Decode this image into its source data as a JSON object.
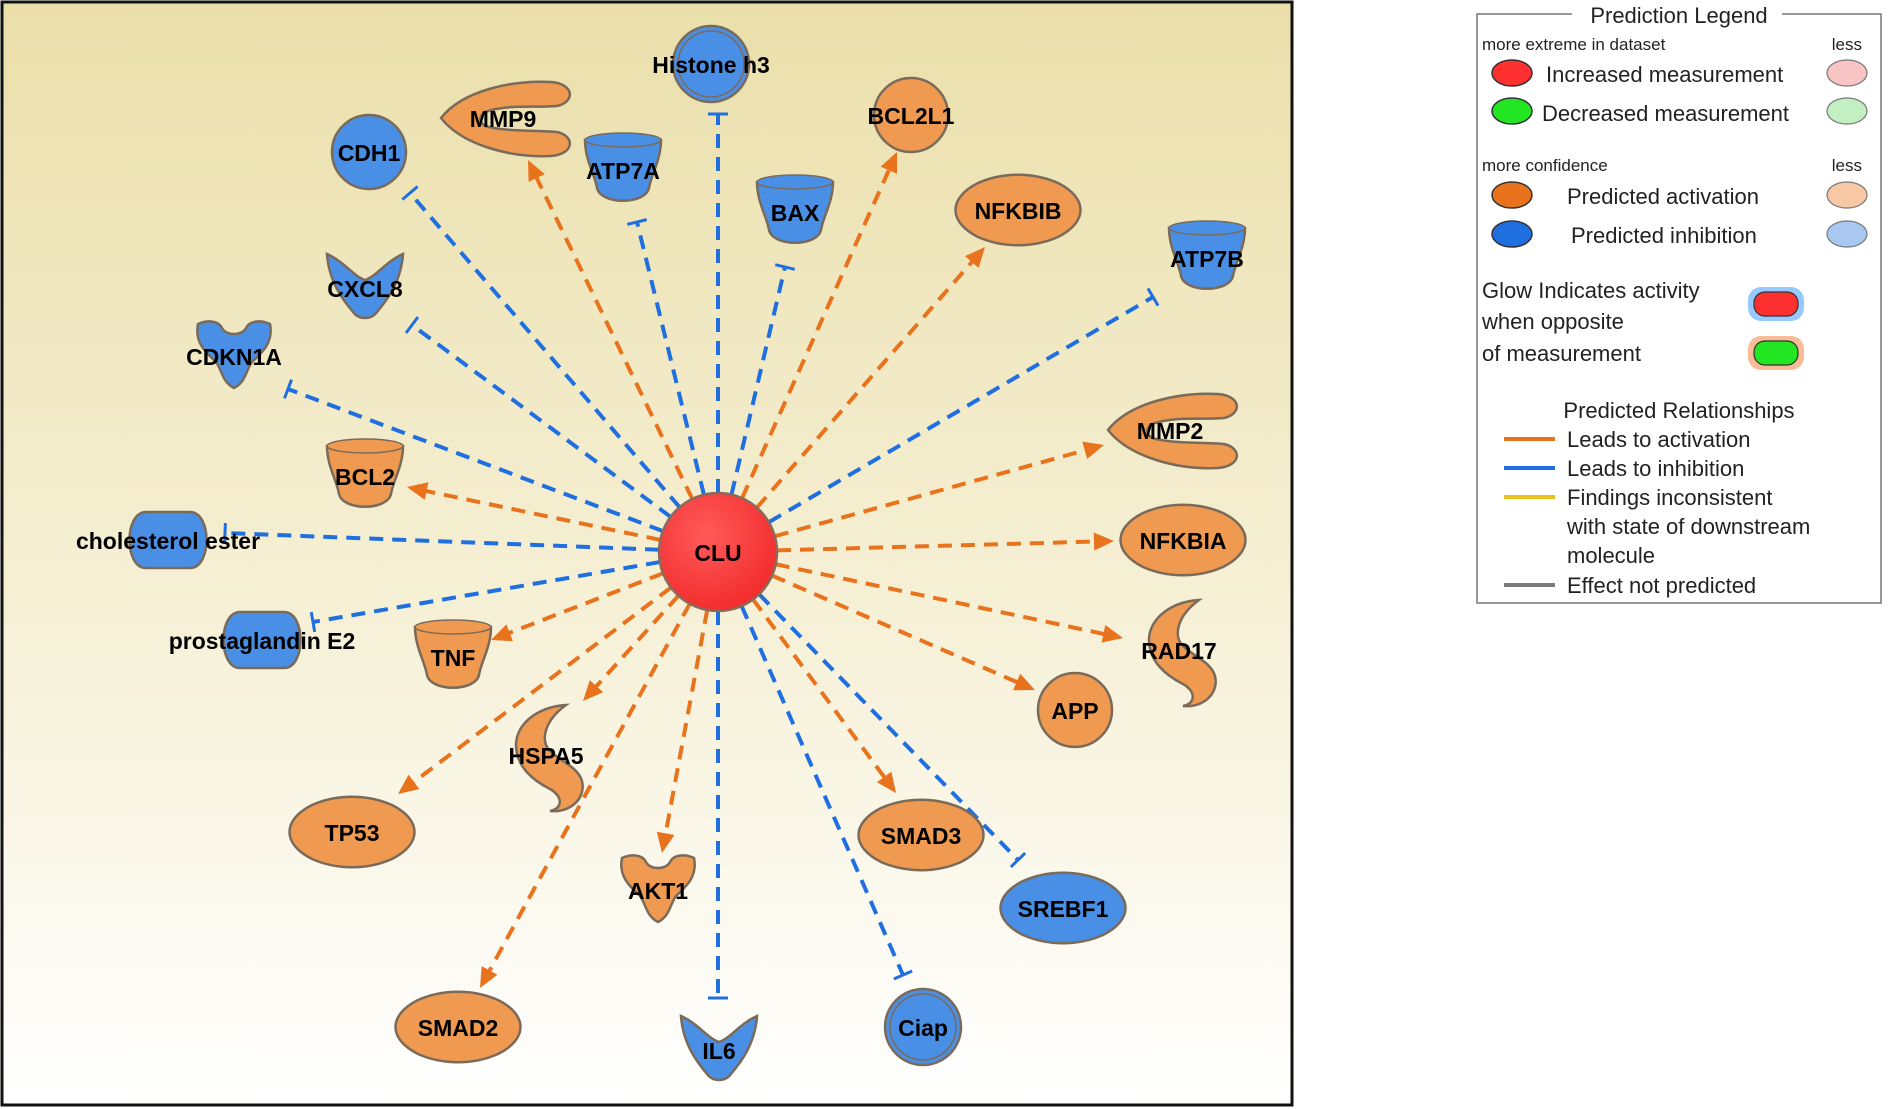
{
  "network": {
    "center": {
      "label": "CLU",
      "color": "#ff3b3b"
    },
    "colors": {
      "activation_node": "#ef9a50",
      "inhibition_node": "#4a8fe6",
      "node_stroke": "#7a6a5a",
      "activation_edge": "#e8731c",
      "inhibition_edge": "#1f6fe0"
    },
    "nodes": [
      {
        "id": "histone-h3",
        "label": "Histone h3",
        "state": "inhibition",
        "shape": "double-circle"
      },
      {
        "id": "mmp9",
        "label": "MMP9",
        "state": "activation",
        "shape": "peptidase"
      },
      {
        "id": "bcl2l1",
        "label": "BCL2L1",
        "state": "activation",
        "shape": "circle"
      },
      {
        "id": "cdh1",
        "label": "CDH1",
        "state": "inhibition",
        "shape": "circle"
      },
      {
        "id": "atp7a",
        "label": "ATP7A",
        "state": "inhibition",
        "shape": "cup"
      },
      {
        "id": "bax",
        "label": "BAX",
        "state": "inhibition",
        "shape": "cup"
      },
      {
        "id": "nfkbib",
        "label": "NFKBIB",
        "state": "activation",
        "shape": "peanut"
      },
      {
        "id": "atp7b",
        "label": "ATP7B",
        "state": "inhibition",
        "shape": "cup"
      },
      {
        "id": "cxcl8",
        "label": "CXCL8",
        "state": "inhibition",
        "shape": "vshape"
      },
      {
        "id": "cdkn1a",
        "label": "CDKN1A",
        "state": "inhibition",
        "shape": "kinase"
      },
      {
        "id": "mmp2",
        "label": "MMP2",
        "state": "activation",
        "shape": "peptidase"
      },
      {
        "id": "bcl2",
        "label": "BCL2",
        "state": "activation",
        "shape": "cup"
      },
      {
        "id": "nfkbia",
        "label": "NFKBIA",
        "state": "activation",
        "shape": "peanut"
      },
      {
        "id": "cholesterol-ester",
        "label": "cholesterol ester",
        "state": "inhibition",
        "shape": "chemical"
      },
      {
        "id": "rad17",
        "label": "RAD17",
        "state": "activation",
        "shape": "enzyme"
      },
      {
        "id": "prostaglandin-e2",
        "label": "prostaglandin E2",
        "state": "inhibition",
        "shape": "chemical"
      },
      {
        "id": "tnf",
        "label": "TNF",
        "state": "activation",
        "shape": "cup"
      },
      {
        "id": "app",
        "label": "APP",
        "state": "activation",
        "shape": "circle"
      },
      {
        "id": "hspa5",
        "label": "HSPA5",
        "state": "activation",
        "shape": "enzyme"
      },
      {
        "id": "tp53",
        "label": "TP53",
        "state": "activation",
        "shape": "peanut"
      },
      {
        "id": "smad3",
        "label": "SMAD3",
        "state": "activation",
        "shape": "peanut"
      },
      {
        "id": "srebf1",
        "label": "SREBF1",
        "state": "inhibition",
        "shape": "peanut"
      },
      {
        "id": "akt1",
        "label": "AKT1",
        "state": "activation",
        "shape": "kinase"
      },
      {
        "id": "smad2",
        "label": "SMAD2",
        "state": "activation",
        "shape": "peanut"
      },
      {
        "id": "il6",
        "label": "IL6",
        "state": "inhibition",
        "shape": "vshape"
      },
      {
        "id": "ciap",
        "label": "Ciap",
        "state": "inhibition",
        "shape": "double-circle"
      }
    ]
  },
  "legend": {
    "title": "Prediction Legend",
    "measurement_header": "more extreme in dataset",
    "measurement_less": "less",
    "increased": "Increased measurement",
    "decreased": "Decreased measurement",
    "confidence_header": "more confidence",
    "confidence_less": "less",
    "activation": "Predicted activation",
    "inhibition": "Predicted inhibition",
    "glow_line1": "Glow Indicates activity",
    "glow_line2": "when opposite",
    "glow_line3": "of measurement",
    "relationships_title": "Predicted Relationships",
    "rel_activation": "Leads to activation",
    "rel_inhibition": "Leads to inhibition",
    "rel_inconsistent_line1": "Findings inconsistent",
    "rel_inconsistent_line2": "with state of downstream",
    "rel_inconsistent_line3": "molecule",
    "rel_not_predicted": "Effect not predicted",
    "colors": {
      "increased": "#ff3030",
      "increased_less": "#f8c4c4",
      "decreased": "#22e622",
      "decreased_less": "#c2f0c2",
      "activation": "#e8731c",
      "activation_less": "#f8c7a4",
      "inhibition": "#1f6fe0",
      "inhibition_less": "#a8c8f2",
      "inconsistent": "#e8c21c",
      "not_predicted": "#7a7a7a"
    }
  }
}
